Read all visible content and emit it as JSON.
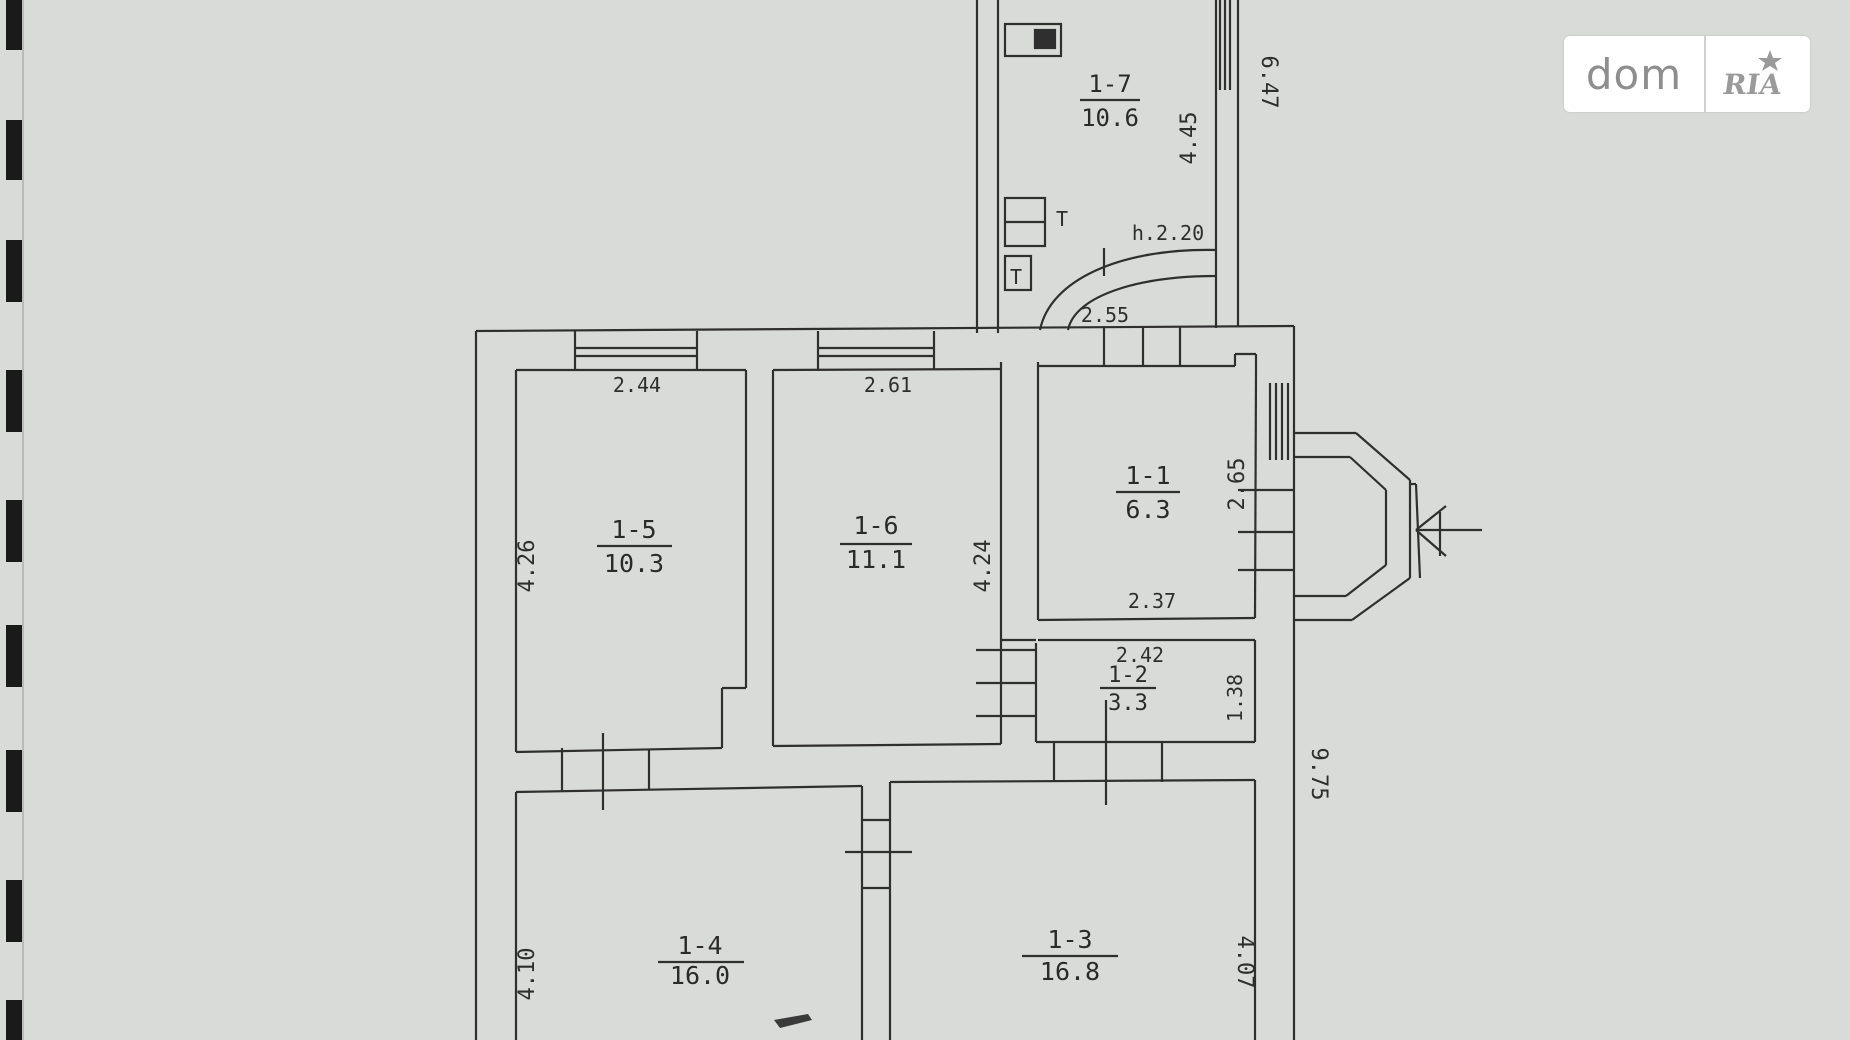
{
  "watermark": {
    "brand_left": "dom",
    "brand_right": "RIA"
  },
  "rooms": [
    {
      "id": "1-7",
      "area": "10.6"
    },
    {
      "id": "1-5",
      "area": "10.3"
    },
    {
      "id": "1-6",
      "area": "11.1"
    },
    {
      "id": "1-1",
      "area": "6.3"
    },
    {
      "id": "1-2",
      "area": "3.3"
    },
    {
      "id": "1-4",
      "area": "16.0"
    },
    {
      "id": "1-3",
      "area": "16.8"
    }
  ],
  "dimensions": {
    "d_647": "6.47",
    "d_445": "4.45",
    "d_h220": "h.2.20",
    "d_255": "2.55",
    "d_244": "2.44",
    "d_261": "2.61",
    "d_426": "4.26",
    "d_424": "4.24",
    "d_265": "2.65",
    "d_237": "2.37",
    "d_242": "2.42",
    "d_138": "1.38",
    "d_975": "9.75",
    "d_410": "4.10",
    "d_407": "4.07"
  },
  "fixtures": {
    "t1": "T",
    "t2": "T"
  }
}
